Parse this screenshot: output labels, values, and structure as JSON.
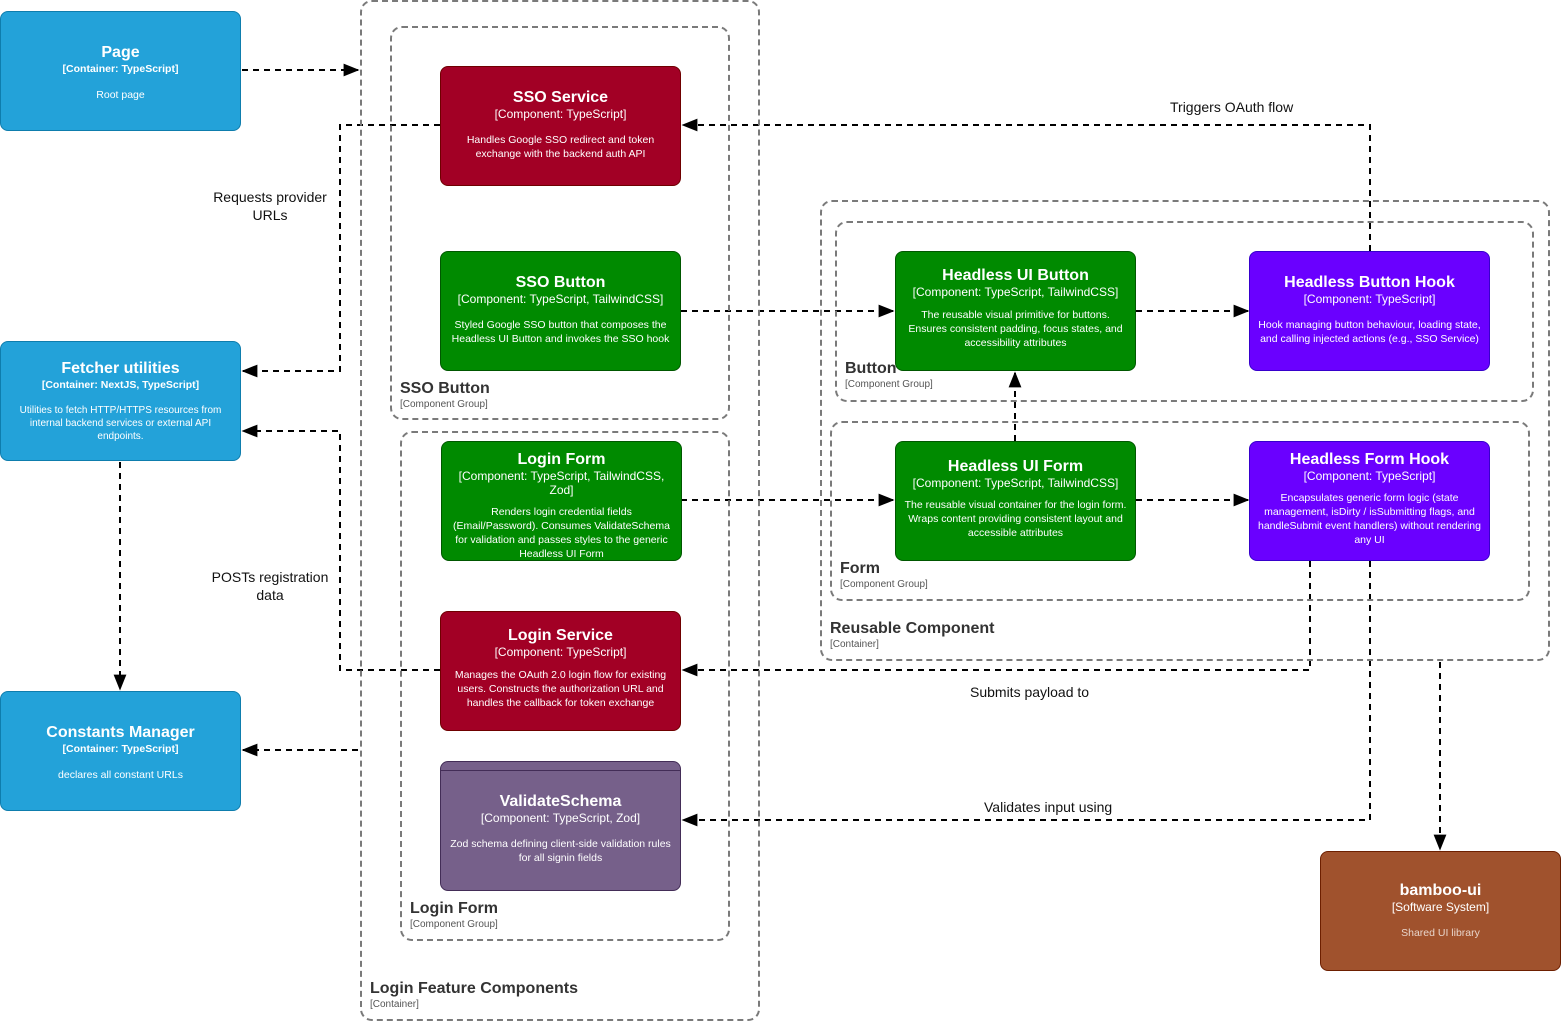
{
  "boundaries": {
    "login_feature": {
      "label": "Login Feature Components",
      "type": "[Container]"
    },
    "sso_button_group": {
      "label": "SSO Button",
      "type": "[Component Group]"
    },
    "login_form_group": {
      "label": "Login Form",
      "type": "[Component Group]"
    },
    "reusable": {
      "label": "Reusable Component",
      "type": "[Container]"
    },
    "button_group": {
      "label": "Button",
      "type": "[Component Group]"
    },
    "form_group": {
      "label": "Form",
      "type": "[Component Group]"
    }
  },
  "nodes": {
    "page": {
      "title": "Page",
      "tech": "[Container: TypeScript]",
      "desc": "Root page",
      "color": "#23a2d9"
    },
    "fetcher": {
      "title": "Fetcher utilities",
      "tech": "[Container: NextJS, TypeScript]",
      "desc": "Utilities to fetch HTTP/HTTPS resources from internal backend services or external API endpoints.",
      "color": "#23a2d9"
    },
    "constants": {
      "title": "Constants Manager",
      "tech": "[Container: TypeScript]",
      "desc": "declares all constant URLs",
      "color": "#23a2d9"
    },
    "sso_service": {
      "title": "SSO Service",
      "tech": "[Component: TypeScript]",
      "desc": "Handles Google SSO redirect and token exchange with the backend auth API",
      "color": "#a20025"
    },
    "sso_button": {
      "title": "SSO Button",
      "tech": "[Component: TypeScript, TailwindCSS]",
      "desc": "Styled Google SSO button that composes the Headless UI Button and invokes the SSO hook",
      "color": "#008a00"
    },
    "login_form": {
      "title": "Login Form",
      "tech": "[Component: TypeScript, TailwindCSS, Zod]",
      "desc": "Renders login credential fields (Email/Password). Consumes ValidateSchema for validation and passes styles to the generic Headless UI Form",
      "color": "#008a00"
    },
    "login_service": {
      "title": "Login Service",
      "tech": "[Component: TypeScript]",
      "desc": "Manages the OAuth 2.0 login flow for existing users. Constructs the authorization URL and handles the callback for token exchange",
      "color": "#a20025"
    },
    "validate_schema": {
      "title": "ValidateSchema",
      "tech": "[Component: TypeScript, Zod]",
      "desc": "Zod schema defining client-side validation rules for all signin fields",
      "color": "#76608a"
    },
    "headless_button": {
      "title": "Headless UI Button",
      "tech": "[Component: TypeScript, TailwindCSS]",
      "desc": "The reusable visual primitive for buttons. Ensures consistent padding, focus states, and accessibility attributes",
      "color": "#008a00"
    },
    "headless_button_hook": {
      "title": "Headless Button Hook",
      "tech": "[Component: TypeScript]",
      "desc": "Hook managing button behaviour, loading state, and calling injected actions (e.g., SSO Service)",
      "color": "#6a00ff"
    },
    "headless_form": {
      "title": "Headless UI Form",
      "tech": "[Component: TypeScript, TailwindCSS]",
      "desc": "The reusable visual container for the login form. Wraps content providing consistent layout and accessible attributes",
      "color": "#008a00"
    },
    "headless_form_hook": {
      "title": "Headless Form Hook",
      "tech": "[Component: TypeScript]",
      "desc": "Encapsulates generic form logic (state management, isDirty / isSubmitting flags, and handleSubmit event handlers) without rendering any UI",
      "color": "#6a00ff"
    },
    "bamboo": {
      "title": "bamboo-ui",
      "tech": "[Software System]",
      "desc": "Shared UI library",
      "color": "#a0522d"
    }
  },
  "edges": {
    "requests_provider": "Requests provider URLs",
    "posts_registration": "POSTs registration data",
    "triggers_oauth": "Triggers OAuth flow",
    "submits_payload": "Submits payload to",
    "validates_input": "Validates input using"
  }
}
